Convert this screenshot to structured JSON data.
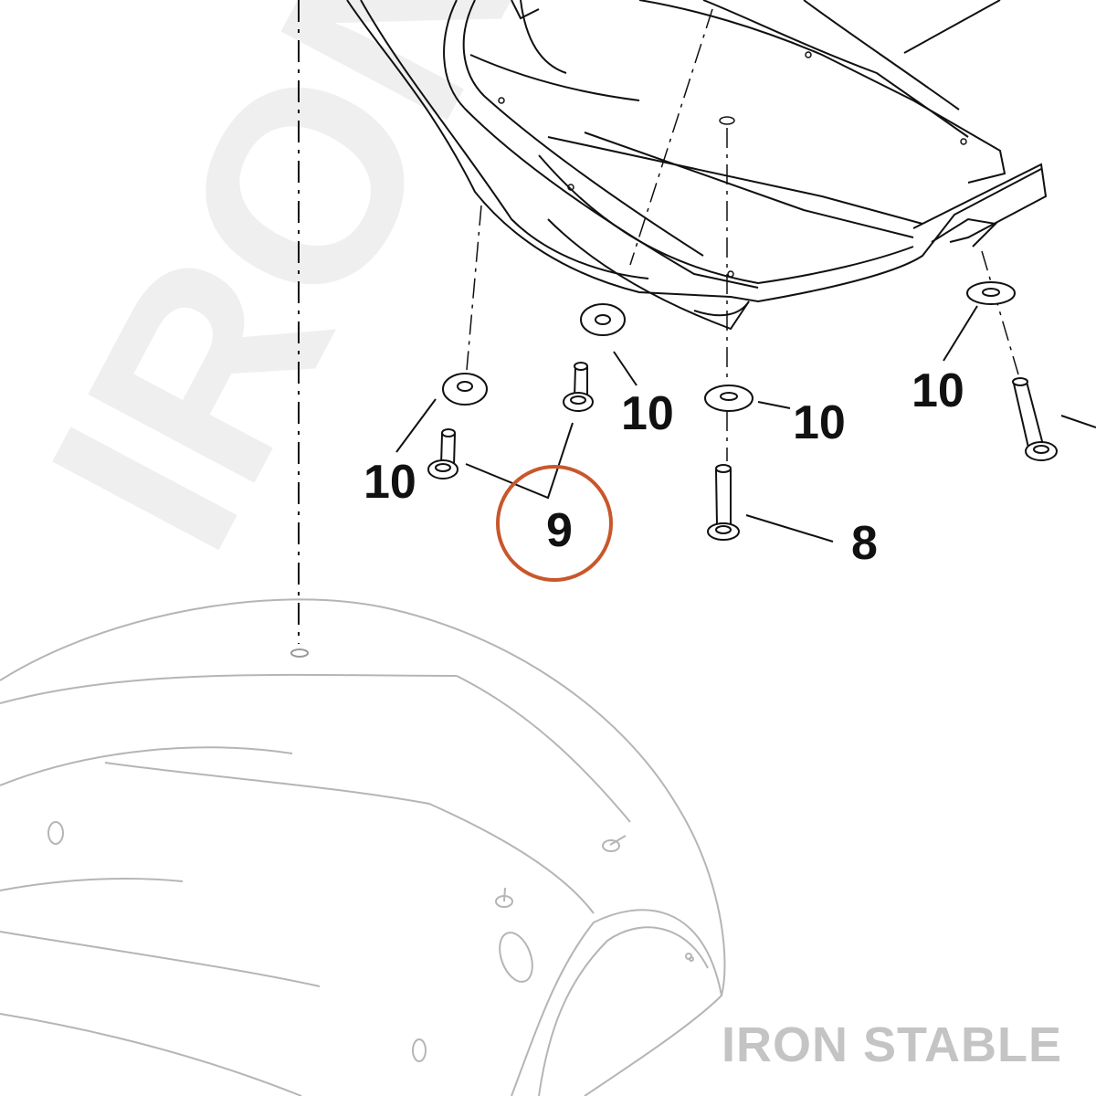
{
  "diagram": {
    "watermark_text": "IRON STABLE",
    "callouts": [
      {
        "id": "washer-left",
        "label": "10"
      },
      {
        "id": "washer-center",
        "label": "10"
      },
      {
        "id": "washer-right-lower",
        "label": "10"
      },
      {
        "id": "washer-far-right",
        "label": "10"
      },
      {
        "id": "screw-highlighted",
        "label": "9"
      },
      {
        "id": "screw-long",
        "label": "8"
      }
    ],
    "highlight_color": "#c8572b",
    "line_color": "#111111",
    "faint_line_color": "#b5b5b5"
  },
  "footer": {
    "brand": "IRON STABLE"
  }
}
